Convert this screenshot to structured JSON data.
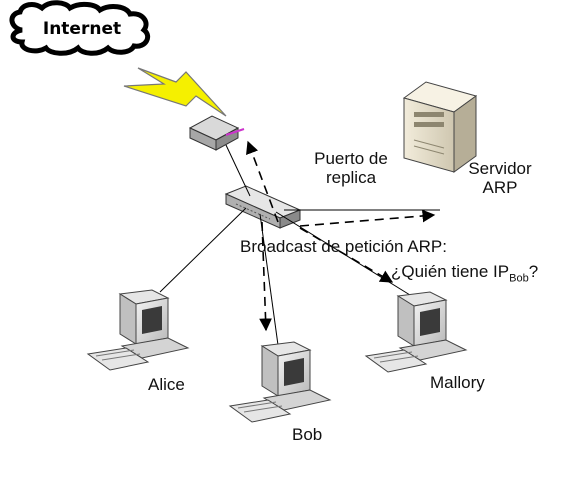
{
  "cloud": {
    "label": "Internet"
  },
  "server": {
    "line1": "Servidor",
    "line2": "ARP"
  },
  "mirror_port": {
    "line1": "Puerto de",
    "line2": "replica"
  },
  "broadcast": {
    "line1": "Broadcast de petición ARP:",
    "line2_prefix": "¿Quién tiene IP",
    "line2_sub": "Bob",
    "line2_suffix": "?"
  },
  "hosts": {
    "alice": "Alice",
    "bob": "Bob",
    "mallory": "Mallory"
  },
  "colors": {
    "lightning": "#f5f000",
    "router_accent": "#cc33cc",
    "line": "#000000"
  }
}
